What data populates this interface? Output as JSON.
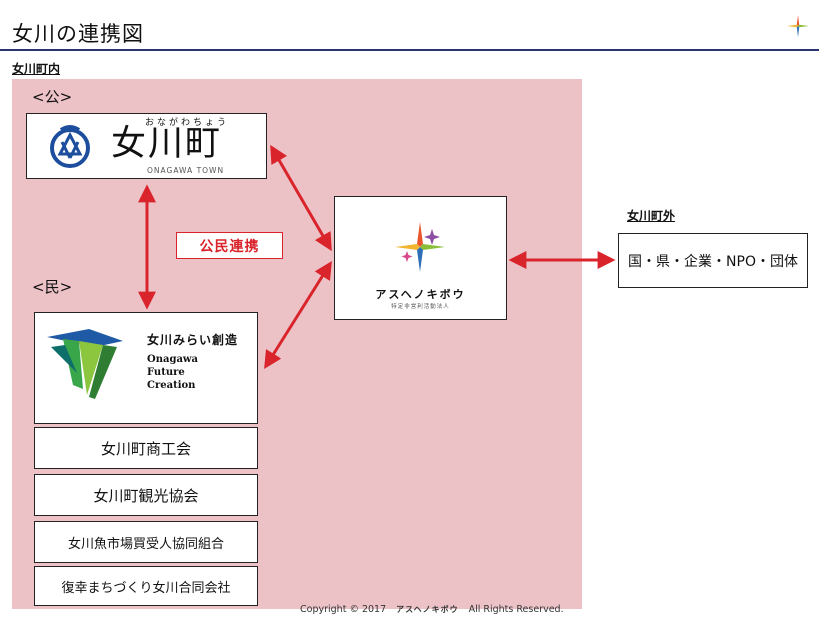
{
  "title": "女川の連携図",
  "inside_label": "女川町内",
  "outside_label": "女川町外",
  "public_label": "<公>",
  "private_label": "<民>",
  "collaboration_label": "公民連携",
  "onagawa_town": {
    "furigana": "おながわちょう",
    "name": "女川町",
    "english": "ONAGAWA TOWN"
  },
  "asuhenokibou": {
    "name": "アスヘノキボウ",
    "subtitle": "特定非営利活動法人"
  },
  "future_creation": {
    "name_jp": "女川みらい創造",
    "line1": "Onagawa",
    "line2": "Future",
    "line3": "Creation"
  },
  "organizations": [
    "女川町商工会",
    "女川町観光協会",
    "女川魚市場買受人協同組合",
    "復幸まちづくり女川合同会社"
  ],
  "outside_entities": "国・県・企業・NPO・団体",
  "copyright": {
    "prefix": "Copyright © 2017",
    "mark": "アスヘノキボウ",
    "suffix": "All Rights Reserved."
  },
  "colors": {
    "arrow": "#d9242b",
    "pink": "#ecc2c7",
    "rule": "#2a3570"
  }
}
